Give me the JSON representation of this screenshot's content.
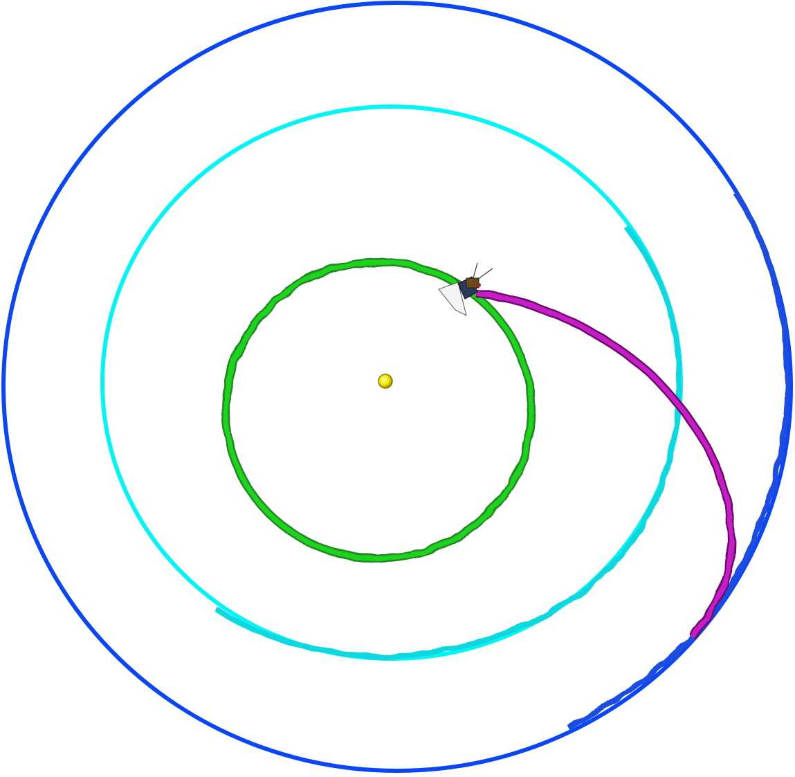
{
  "scene": {
    "background": "#ffffff",
    "sun": {
      "icon": "sun-icon",
      "color": "#f2e400",
      "edge": "#8a7a00"
    },
    "orbits": [
      {
        "name": "outer-orbit",
        "color": "#0a46f5"
      },
      {
        "name": "middle-orbit",
        "color": "#00f5f5"
      },
      {
        "name": "inner-orbit",
        "color": "#1ed41e",
        "shadow": "#0a7a0a"
      }
    ],
    "trajectory": {
      "color": "#c81ec8",
      "shadow": "#6a0a6a"
    },
    "spacecraft": {
      "icon": "spacecraft-icon"
    }
  }
}
